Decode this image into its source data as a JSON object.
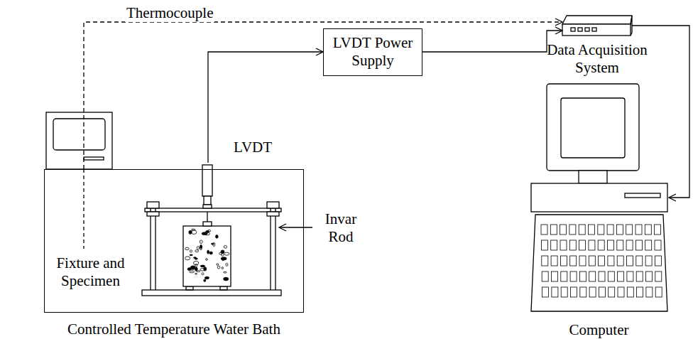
{
  "diagram": {
    "nodes": [
      {
        "text": [
          "Controlled Temperature Water Bath"
        ]
      },
      {
        "text": [
          "LVDT"
        ],
        "in": 0
      },
      {
        "text": [
          "LVDT Power Supply"
        ]
      },
      {
        "text": [
          "Data Acquisition System"
        ]
      },
      {
        "text": [
          "Computer"
        ]
      }
    ],
    "edges": [
      {
        "from": 1,
        "to": 2,
        "arrow": "to"
      },
      {
        "from": 2,
        "to": 3,
        "arrow": "to"
      },
      {
        "from": 0,
        "to": 3,
        "label": "Thermocouple",
        "arrow": "to"
      },
      {
        "from": 3,
        "to": 4,
        "arrow": "to"
      }
    ],
    "labels": [
      "Fixture and Specimen",
      "Invar Rod"
    ]
  }
}
